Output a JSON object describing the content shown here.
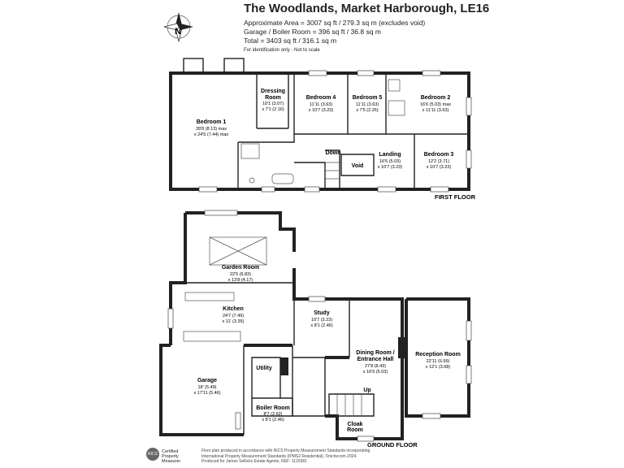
{
  "header": {
    "title": "The Woodlands, Market Harborough, LE16",
    "approx_area": "Approximate Area = 3007 sq ft / 279.3 sq m (excludes void)",
    "garage_area": "Garage / Boiler Room = 396 sq ft / 36.8 sq m",
    "total_area": "Total = 3403 sq ft / 316.1 sq m",
    "identification": "For identification only - Not to scale"
  },
  "compass": {
    "label": "N"
  },
  "floors": {
    "first": "FIRST FLOOR",
    "ground": "GROUND FLOOR"
  },
  "rooms": {
    "bedroom1": {
      "name": "Bedroom 1",
      "d1": "28'8 (8.13) max",
      "d2": "x 24'5 (7.44) max"
    },
    "dressing": {
      "name": "Dressing",
      "name2": "Room",
      "d1": "10'1 (3.07)",
      "d2": "x 7'1 (2.16)"
    },
    "bedroom4": {
      "name": "Bedroom 4",
      "d1": "11'11 (3.63)",
      "d2": "x 10'7 (3.23)"
    },
    "bedroom5": {
      "name": "Bedroom 5",
      "d1": "11'11 (3.63)",
      "d2": "x 7'5 (2.26)"
    },
    "bedroom2": {
      "name": "Bedroom 2",
      "d1": "16'6 (5.03) max",
      "d2": "x 11'11 (3.63)"
    },
    "landing": {
      "name": "Landing",
      "d1": "16'6 (5.03)",
      "d2": "x 10'7 (3.23)"
    },
    "bedroom3": {
      "name": "Bedroom 3",
      "d1": "12'2 (3.71)",
      "d2": "x 10'7 (3.23)"
    },
    "void": {
      "name": "Void"
    },
    "down": {
      "name": "Down"
    },
    "garden": {
      "name": "Garden Room",
      "d1": "22'5 (6.83)",
      "d2": "x 13'8 (4.17)"
    },
    "kitchen": {
      "name": "Kitchen",
      "d1": "24'7 (7.49)",
      "d2": "x 11' (3.35)"
    },
    "study": {
      "name": "Study",
      "d1": "10'7 (3.23)",
      "d2": "x 8'1 (2.46)"
    },
    "dining": {
      "name": "Dining Room /",
      "name2": "Entrance Hall",
      "d1": "27'8 (8.43)",
      "d2": "x 16'6 (5.03)"
    },
    "reception": {
      "name": "Reception Room",
      "d1": "22'11 (6.99)",
      "d2": "x 12'1 (3.68)"
    },
    "garage": {
      "name": "Garage",
      "d1": "18' (5.49)",
      "d2": "x 17'11 (5.46)"
    },
    "utility": {
      "name": "Utility"
    },
    "boiler": {
      "name": "Boiler Room",
      "d1": "8'7 (2.62)",
      "d2": "x 8'1 (2.46)"
    },
    "cloak": {
      "name": "Cloak",
      "name2": "Room"
    },
    "up": {
      "name": "Up"
    }
  },
  "footer": {
    "line1": "Floor plan produced in accordance with RICS Property Measurement Standards incorporating",
    "line2": "International Property Measurement Standards (IPMS2 Residential). ©nichecom 2024.",
    "line3": "Produced for James Sellicks Estate Agents.  REF: 1129381",
    "cert1": "Certified",
    "cert2": "Property",
    "cert3": "Measurer",
    "logo": "RICS"
  }
}
